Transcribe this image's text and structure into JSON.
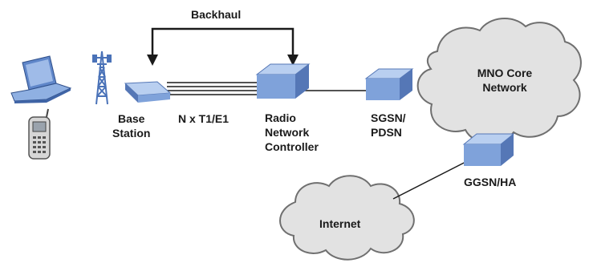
{
  "labels": {
    "backhaul": "Backhaul",
    "base_station": [
      "Base",
      "Station"
    ],
    "link": "N x T1/E1",
    "rnc": [
      "Radio",
      "Network",
      "Controller"
    ],
    "sgsn": [
      "SGSN/",
      "PDSN"
    ],
    "core": [
      "MNO Core",
      "Network"
    ],
    "ggsn": "GGSN/HA",
    "internet": "Internet"
  },
  "colors": {
    "box_top": "#b9cff0",
    "box_front": "#7fa2da",
    "box_side": "#5577b6",
    "cloud_fill": "#e2e2e2",
    "cloud_stroke": "#6f6f6f",
    "line": "#1a1a1a",
    "laptop": "#5f86c9",
    "tower": "#4a72b8"
  },
  "icons": [
    "laptop-icon",
    "mobile-phone-icon",
    "cell-tower-icon"
  ]
}
